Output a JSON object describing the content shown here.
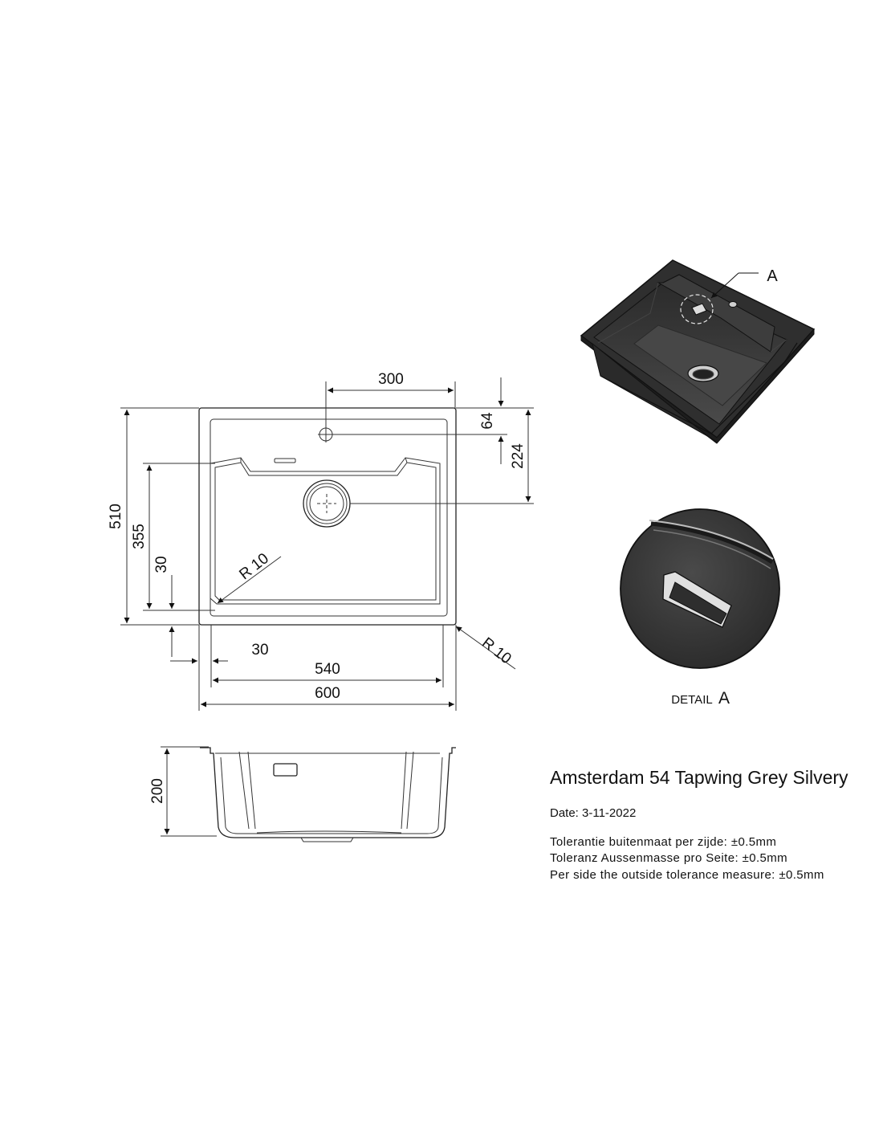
{
  "drawing": {
    "title": "Amsterdam 54 Tapwing Grey Silvery",
    "date": "Date: 3-11-2022",
    "tolerances": [
      "Tolerantie buitenmaat per zijde: ±0.5mm",
      "Toleranz Aussenmasse pro Seite: ±0.5mm",
      "Per side the outside tolerance measure: ±0.5mm"
    ]
  },
  "dimensions": {
    "tap_offset": "300",
    "tap_from_top": "64",
    "drain_from_top": "224",
    "overall_depth": "510",
    "bowl_depth": "355",
    "bottom_rim": "30",
    "left_rim": "30",
    "bowl_width": "540",
    "overall_width": "600",
    "inner_radius": "R 10",
    "outer_radius": "R 10",
    "height": "200"
  },
  "detail": {
    "marker": "A",
    "caption_prefix": "DETAIL",
    "caption_letter": "A"
  },
  "colors": {
    "sink_body": "#3a3a3a",
    "sink_dark": "#1f1f1f",
    "line": "#222222"
  }
}
